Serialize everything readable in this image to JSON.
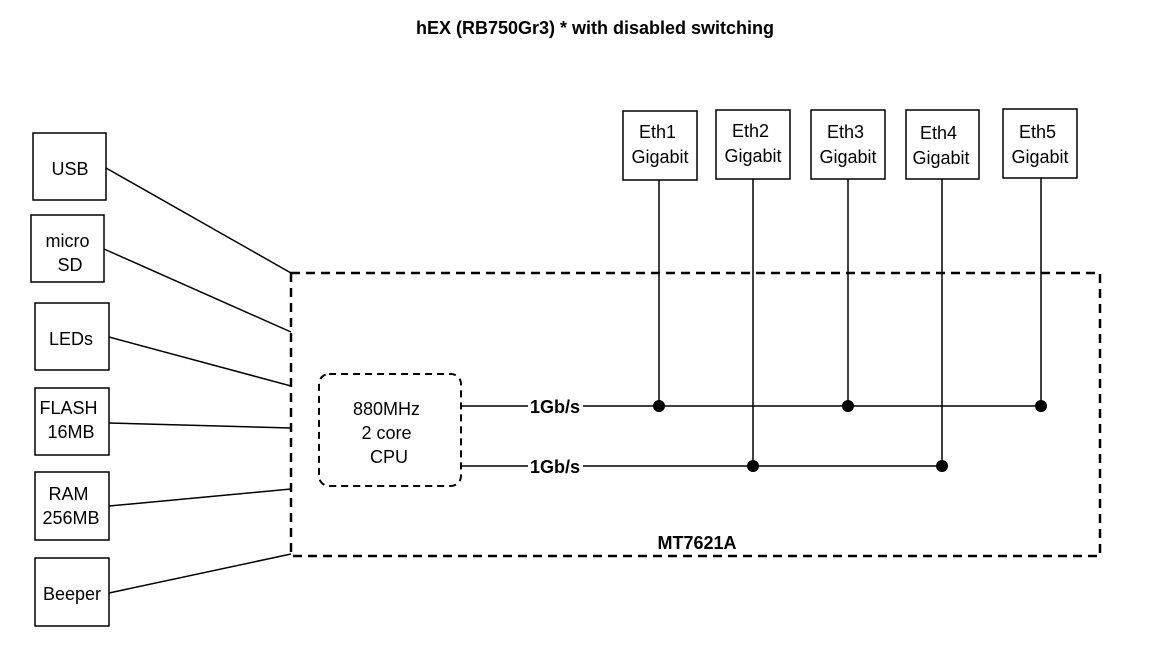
{
  "title": "hEX (RB750Gr3) * with disabled switching",
  "chip_label": "MT7621A",
  "cpu": {
    "lines": [
      "880MHz",
      "2 core",
      "CPU"
    ]
  },
  "peripherals": {
    "usb": [
      "USB"
    ],
    "microsd": [
      "micro",
      "SD"
    ],
    "leds": [
      "LEDs"
    ],
    "flash": [
      "FLASH",
      "16MB"
    ],
    "ram": [
      "RAM",
      "256MB"
    ],
    "beeper": [
      "Beeper"
    ]
  },
  "ports": {
    "eth1": [
      "Eth1",
      "Gigabit"
    ],
    "eth2": [
      "Eth2",
      "Gigabit"
    ],
    "eth3": [
      "Eth3",
      "Gigabit"
    ],
    "eth4": [
      "Eth4",
      "Gigabit"
    ],
    "eth5": [
      "Eth5",
      "Gigabit"
    ]
  },
  "links": {
    "bus1_speed": "1Gb/s",
    "bus2_speed": "1Gb/s"
  }
}
